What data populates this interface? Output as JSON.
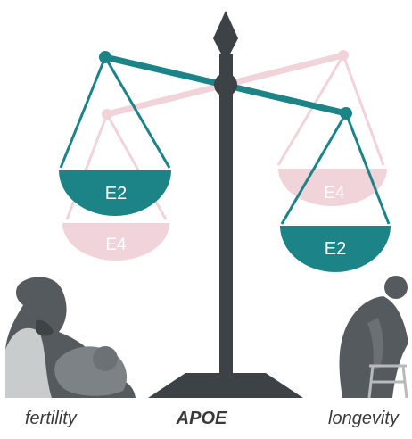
{
  "colors": {
    "teal": "#1c8487",
    "pink": "#f1d3da",
    "post": "#3d4246",
    "figure": "#555a5e"
  },
  "scale": {
    "front_left_pan": "E2",
    "front_right_pan": "E2",
    "back_left_pan": "E4",
    "back_right_pan": "E4"
  },
  "captions": {
    "left": "fertility",
    "center": "APOE",
    "right": "longevity"
  },
  "figures": {
    "left": "mother-nursing-baby",
    "right": "elderly-person-with-walker"
  }
}
